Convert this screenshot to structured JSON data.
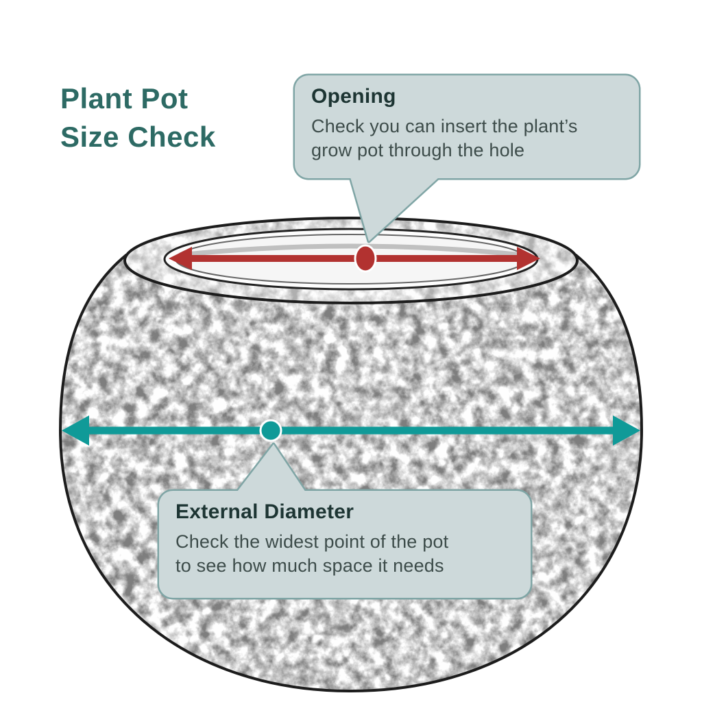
{
  "title": {
    "lines": [
      "Plant Pot",
      "Size Check"
    ]
  },
  "callouts": {
    "opening": {
      "heading": "Opening",
      "body_lines": [
        "Check you can insert the plant’s",
        "grow pot through the hole"
      ]
    },
    "external": {
      "heading": "External Diameter",
      "body_lines": [
        "Check the widest point of the pot",
        "to see how much space it needs"
      ]
    }
  },
  "colors": {
    "title_text": "#2d6a64",
    "callout_fill": "#cdd9da",
    "callout_border": "#7fa5a5",
    "callout_heading": "#1d3533",
    "callout_body": "#3d4c4a",
    "opening_arrow": "#b23230",
    "diameter_arrow": "#109a98",
    "pot_outline": "#1c1c1c",
    "background": "#ffffff"
  }
}
